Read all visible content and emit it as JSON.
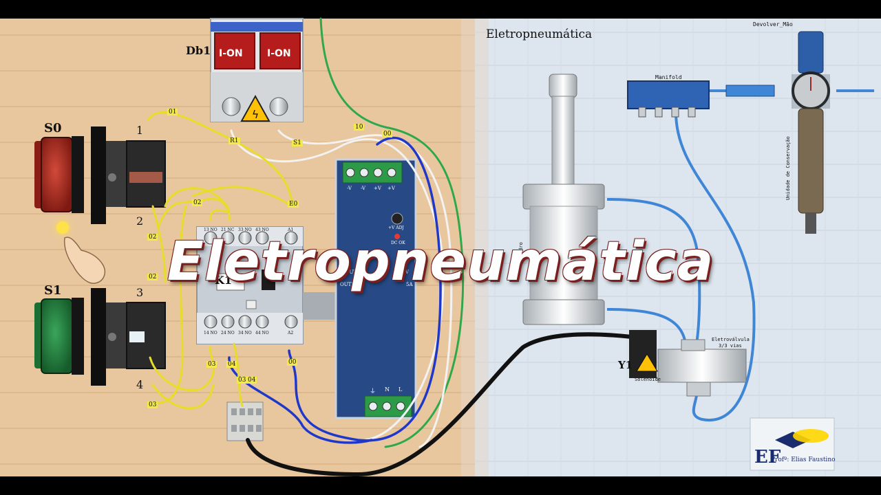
{
  "title_overlay": "Eletropneumática",
  "panel_title": "Eletropneumática",
  "breaker": {
    "label": "Db1",
    "switch_left": "I-ON",
    "switch_right": "I-ON"
  },
  "buttons": {
    "s0": "S0",
    "s1": "S1"
  },
  "terminals": [
    "1",
    "2",
    "3",
    "4"
  ],
  "contactor": {
    "label": "K1",
    "top_labels": [
      "13 NO",
      "21 NC",
      "33 NO",
      "43 NO",
      "A1"
    ],
    "bottom_labels": [
      "14 NO",
      "24 NO",
      "34 NO",
      "44 NO",
      "A2"
    ]
  },
  "power_supply": {
    "top_labels": [
      "-V",
      "-V",
      "+V",
      "+V"
    ],
    "adj_label": "+V ADJ",
    "dc_ok": "DC OK",
    "input_label": "INPUT",
    "output_label": "OUTPUT",
    "v24": "24V",
    "amps": "5A",
    "bottom_labels": [
      "⏚",
      "N",
      "L"
    ]
  },
  "wire_tags": [
    "01",
    "R1",
    "S1",
    "10",
    "00",
    "02",
    "E0",
    "02",
    "02",
    "03",
    "03",
    "04",
    "00",
    "03",
    "04"
  ],
  "pneumatics": {
    "reset_label": "Devolver_Mão",
    "manifold_label": "Manifold",
    "service_unit_label": "Unidade de Conservação",
    "cylinder_label": "Cilindro",
    "valve_label_line1": "Eletroválvula",
    "valve_label_line2": "3/3 vias",
    "solenoid_tag": "Y1",
    "solenoid_label": "Solenoide"
  },
  "logo": {
    "initials": "EF",
    "author": "Profº: Elias Faustino"
  },
  "colors": {
    "wood": "#e9c79e",
    "panel": "#dde6ee",
    "yellow_wire": "#e8dc2a",
    "blue_wire": "#1f38c8",
    "hose": "#3f86d6",
    "accent_red": "#c62828"
  }
}
